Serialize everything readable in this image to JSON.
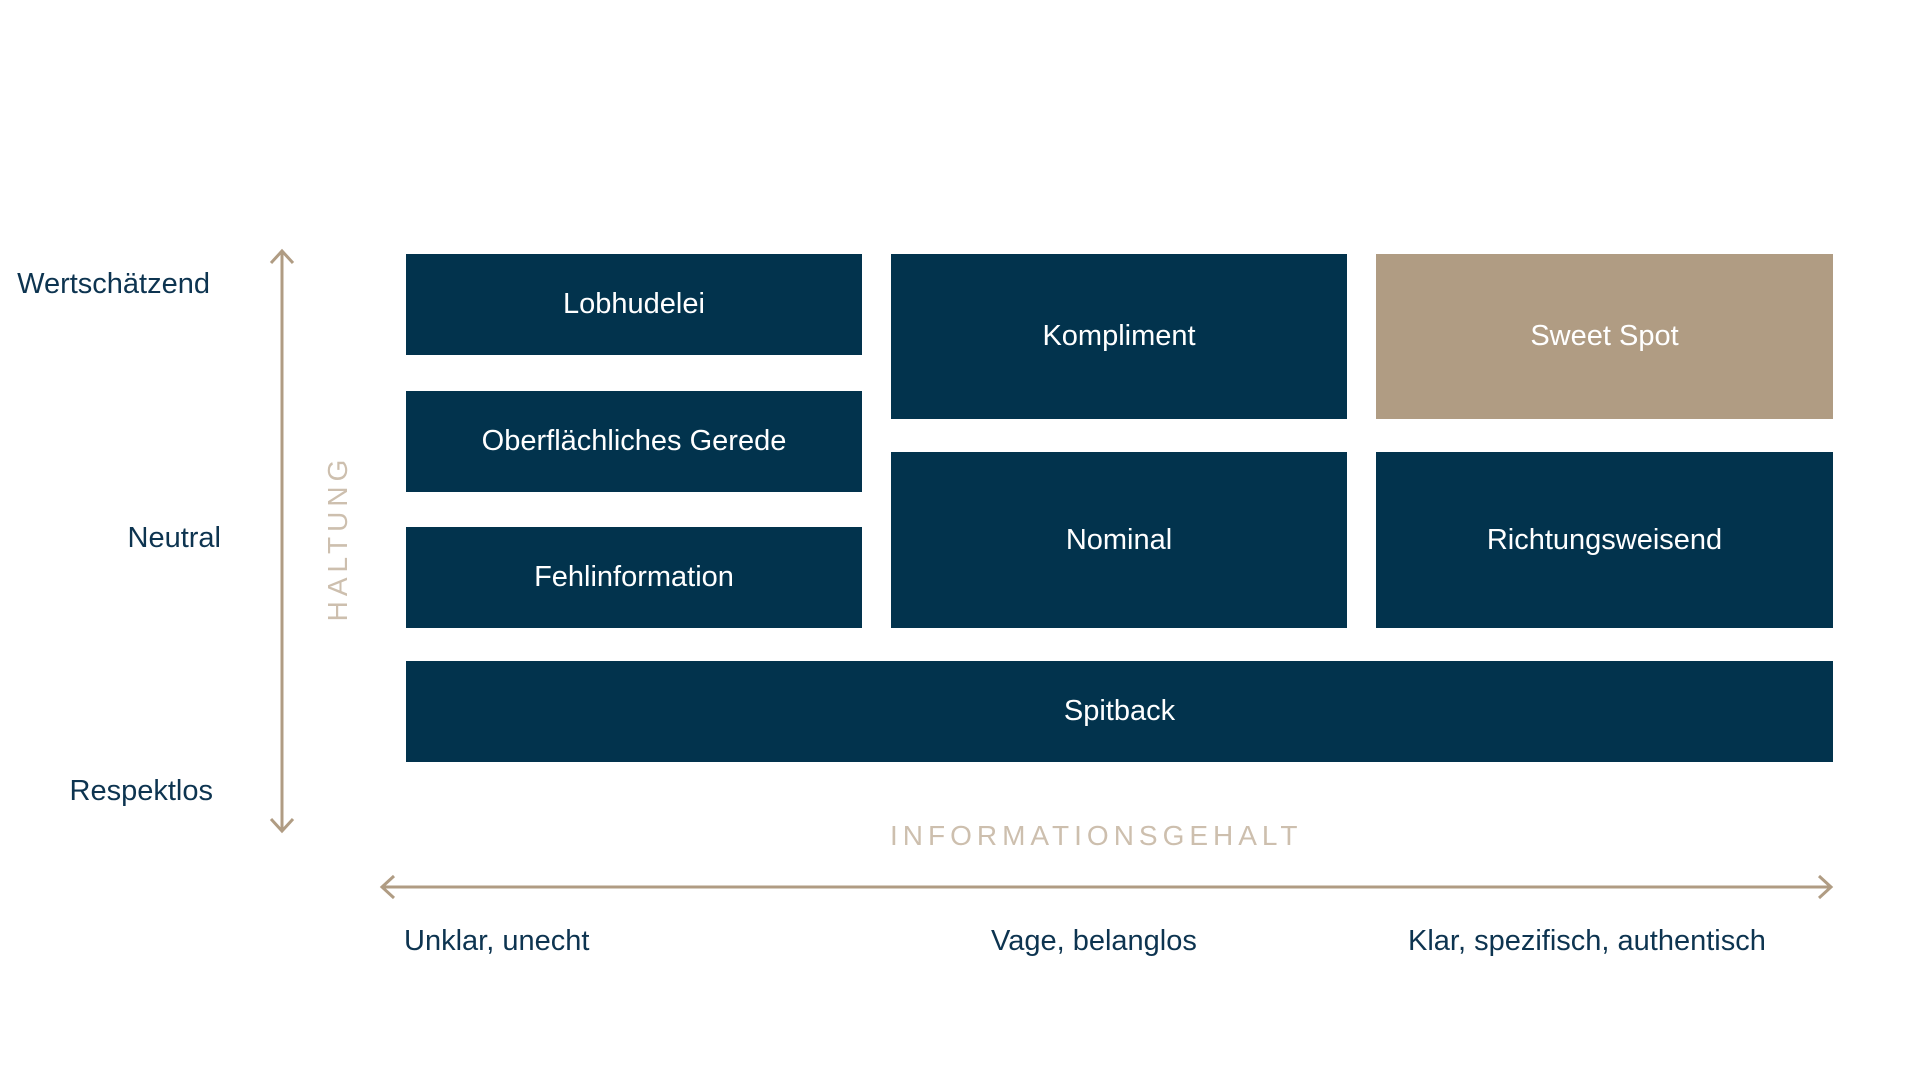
{
  "colors": {
    "box": "#02334d",
    "sweet_spot": "#b09c83",
    "axis": "#b09c83",
    "axis_title": "#cdbfae",
    "label_text": "#0d3450"
  },
  "y_axis": {
    "title": "HALTUNG",
    "levels": [
      "Wertschätzend",
      "Neutral",
      "Respektlos"
    ]
  },
  "x_axis": {
    "title": "INFORMATIONSGEHALT",
    "levels": [
      "Unklar, unecht",
      "Vage, belanglos",
      "Klar, spezifisch, authentisch"
    ]
  },
  "boxes": {
    "lobhudelei": "Lobhudelei",
    "oberflaechliches_gerede": "Oberflächliches Gerede",
    "fehlinformation": "Fehlinformation",
    "kompliment": "Kompliment",
    "nominal": "Nominal",
    "sweet_spot": "Sweet Spot",
    "richtungsweisend": "Richtungsweisend",
    "spitback": "Spitback"
  }
}
